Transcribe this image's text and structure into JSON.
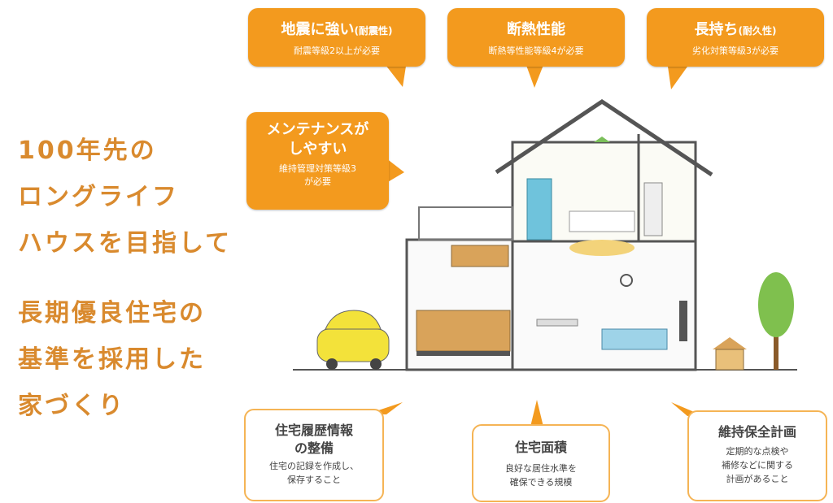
{
  "headline": {
    "lines": [
      "100年先の",
      "ロングライフ",
      "ハウスを目指して"
    ]
  },
  "subheadline": {
    "lines": [
      "長期優良住宅の",
      "基準を採用した",
      "家づくり"
    ]
  },
  "top_bubbles": [
    {
      "title": "地震に強い",
      "title_note": "(耐震性)",
      "detail": "耐震等級2以上が必要"
    },
    {
      "title": "断熱性能",
      "title_note": "",
      "detail": "断熱等性能等級4が必要"
    },
    {
      "title": "長持ち",
      "title_note": "(耐久性)",
      "detail": "劣化対策等級3が必要"
    }
  ],
  "maintenance_bubble": {
    "title_lines": [
      "メンテナンスが",
      "しやすい"
    ],
    "detail_lines": [
      "維持管理対策等級3",
      "が必要"
    ]
  },
  "bottom_boxes": [
    {
      "title_lines": [
        "住宅履歴情報",
        "の整備"
      ],
      "detail_lines": [
        "住宅の記録を作成し、",
        "保存すること"
      ]
    },
    {
      "title_lines": [
        "住宅面積"
      ],
      "detail_lines": [
        "良好な居住水準を",
        "確保できる規模"
      ]
    },
    {
      "title_lines": [
        "維持保全計画"
      ],
      "detail_lines": [
        "定期的な点検や",
        "補修などに関する",
        "計画があること"
      ]
    }
  ],
  "colors": {
    "orange": "#f39a1e",
    "headline": "#d98a2e",
    "box_border": "#f5b455"
  }
}
